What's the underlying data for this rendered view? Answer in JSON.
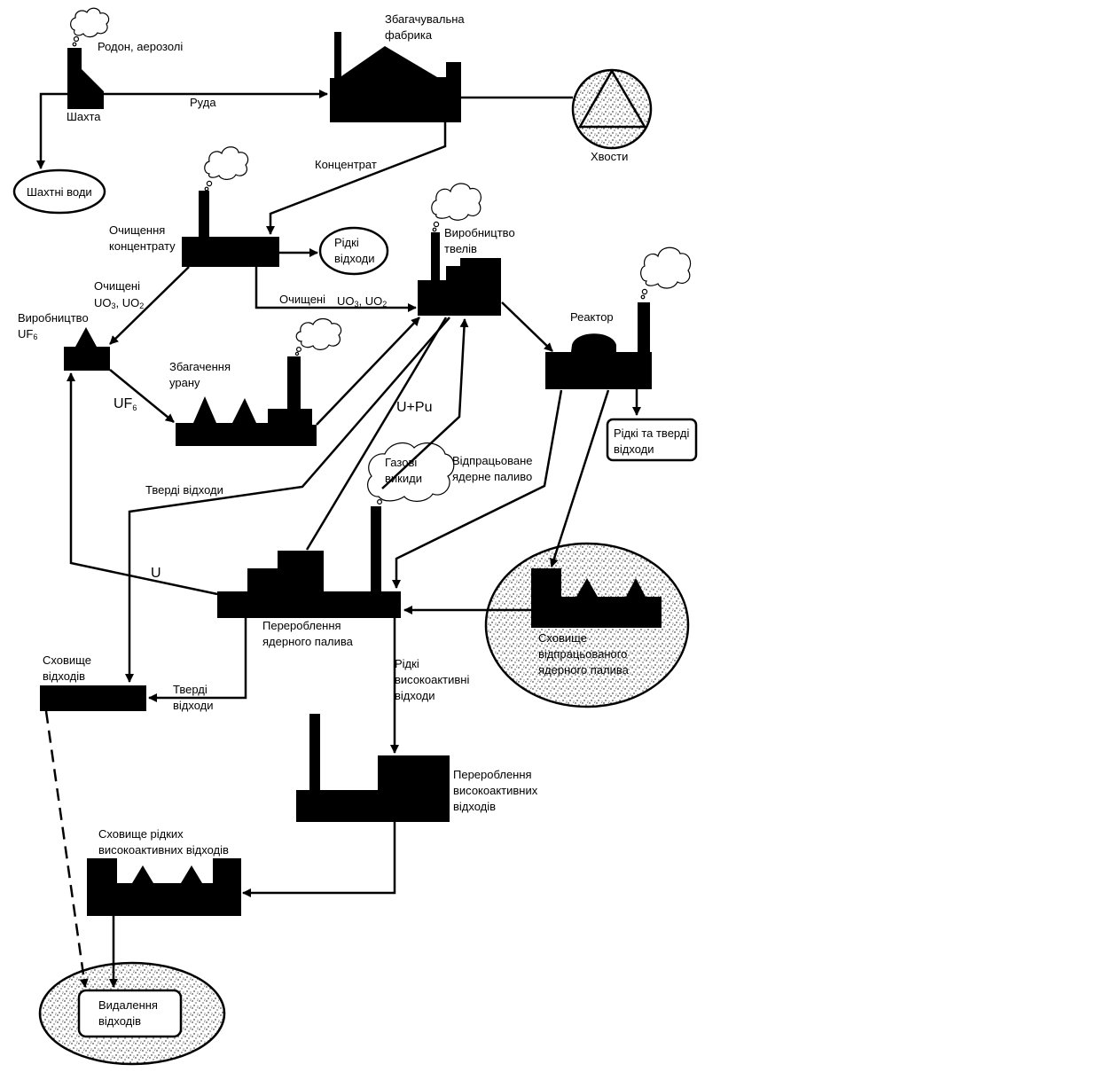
{
  "nodes": {
    "mine": "Шахта",
    "mine_emission": "Родон, аерозолі",
    "mine_water": "Шахтні води",
    "mill": [
      "Збагачувальна",
      "фабрика"
    ],
    "tailings": "Хвости",
    "concentrate_purification": [
      "Очищення",
      "концентрату"
    ],
    "liquid_waste": [
      "Рідкі",
      "відходи"
    ],
    "fuel_production": [
      "Виробництво",
      "твелів"
    ],
    "uf6_production": "Виробництво",
    "uf6_label": "UF",
    "uf6_sub": "6",
    "enrichment": [
      "Збагачення",
      "урану"
    ],
    "reactor": "Реактор",
    "reactor_waste": [
      "Рідкі та тверді",
      "відходи"
    ],
    "gas_emission": [
      "Газові",
      "викиди"
    ],
    "reprocessing": [
      "Перероблення",
      "ядерного палива"
    ],
    "spent_fuel_storage": [
      "Сховище",
      "відпрацьованого",
      "ядерного палива"
    ],
    "waste_storage": [
      "Сховище",
      "відходів"
    ],
    "hlw_processing": [
      "Перероблення",
      "високоактивних",
      "відходів"
    ],
    "liquid_hlw_storage": [
      "Сховище рідких",
      "високоактивних відходів"
    ],
    "disposal": [
      "Видалення",
      "відходів"
    ]
  },
  "flows": {
    "ore": "Руда",
    "concentrate": "Концентрат",
    "purified_left": "Очищені",
    "uo3_uo2": "UO",
    "uo3_sub": "3",
    "uo_sep": ", UO",
    "uo2_sub": "2",
    "purified_right": "Очищені",
    "uf6_flow": "UF",
    "uf6_flow_sub": "6",
    "u_pu": "U+Pu",
    "solid_waste_top": "Тверді відходи",
    "spent_fuel": [
      "Відпрацьоване",
      "ядерне паливо"
    ],
    "u": "U",
    "solid_waste_bottom": [
      "Тверді",
      "відходи"
    ],
    "liquid_hlw": [
      "Рідкі",
      "високоактивні",
      "відходи"
    ]
  }
}
